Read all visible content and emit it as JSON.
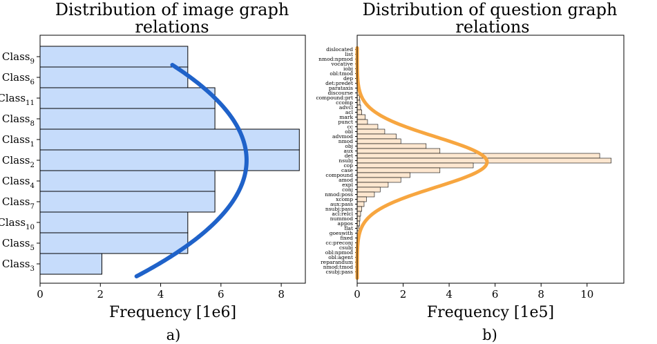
{
  "chart_data": [
    {
      "type": "bar",
      "orientation": "horizontal",
      "title": "Distribution of image graph relations",
      "title_lines": [
        "Distribution of image graph",
        "relations"
      ],
      "xlabel": "Frequency [1e6]",
      "ylabel": "",
      "panel_label": "a)",
      "xlim": [
        0,
        8.8
      ],
      "xticks": [
        0,
        2,
        4,
        6,
        8
      ],
      "categories": [
        {
          "name": "Class",
          "sub": "9"
        },
        {
          "name": "Class",
          "sub": "6"
        },
        {
          "name": "Class",
          "sub": "11"
        },
        {
          "name": "Class",
          "sub": "8"
        },
        {
          "name": "Class",
          "sub": "1"
        },
        {
          "name": "Class",
          "sub": "2"
        },
        {
          "name": "Class",
          "sub": "4"
        },
        {
          "name": "Class",
          "sub": "7"
        },
        {
          "name": "Class",
          "sub": "10"
        },
        {
          "name": "Class",
          "sub": "5"
        },
        {
          "name": "Class",
          "sub": "3"
        }
      ],
      "values": [
        4.9,
        4.9,
        5.8,
        5.8,
        8.6,
        8.6,
        5.8,
        5.8,
        4.9,
        4.9,
        2.05
      ],
      "bar_color": "#c6dcfb",
      "curve": {
        "type": "gaussian-fit",
        "color": "#1f62c9",
        "peak": 6.85,
        "center_index": 5,
        "sigma_bars": 8.0,
        "start_index": 0.4,
        "end_index": 10.6,
        "edge_value": 3.2
      }
    },
    {
      "type": "bar",
      "orientation": "horizontal",
      "title": "Distribution of question graph relations",
      "title_lines": [
        "Distribution of question graph",
        "relations"
      ],
      "xlabel": "Frequency [1e5]",
      "ylabel": "",
      "panel_label": "b)",
      "xlim": [
        0,
        11.6
      ],
      "xticks": [
        0,
        2,
        4,
        6,
        8,
        10
      ],
      "categories": [
        "dislocated",
        "list",
        "nmod:npmod",
        "vocative",
        "iobj",
        "obl:tmod",
        "dep",
        "det:predet",
        "parataxis",
        "discourse",
        "compound:prt",
        "ccomp",
        "advcl",
        "acl",
        "mark",
        "punct",
        "cc",
        "obl",
        "advmod",
        "nmod",
        "obj",
        "aux",
        "det",
        "nsubj",
        "cop",
        "case",
        "compound",
        "amod",
        "expl",
        "conj",
        "nmod:poss",
        "xcomp",
        "aux:pass",
        "nsubj:pass",
        "acl:relcl",
        "nummod",
        "appos",
        "flat",
        "goeswith",
        "fixed",
        "cc:preconj",
        "csubj",
        "obl:npmod",
        "obl:agent",
        "reparandum",
        "nmod:tmod",
        "csubj:pass"
      ],
      "values": [
        0.02,
        0.02,
        0.03,
        0.03,
        0.04,
        0.05,
        0.06,
        0.07,
        0.08,
        0.09,
        0.1,
        0.12,
        0.15,
        0.2,
        0.35,
        0.45,
        0.9,
        1.2,
        1.7,
        1.9,
        3.0,
        3.6,
        10.55,
        11.05,
        5.05,
        3.6,
        2.3,
        1.9,
        1.35,
        1.0,
        0.75,
        0.4,
        0.3,
        0.2,
        0.15,
        0.12,
        0.1,
        0.08,
        0.06,
        0.05,
        0.04,
        0.04,
        0.03,
        0.03,
        0.02,
        0.02,
        0.02
      ],
      "bar_color": "#fde7d0",
      "curve": {
        "type": "gaussian-fit",
        "color": "#f7a640",
        "peak": 5.65,
        "center_index": 23.3,
        "sigma_bars": 5.2,
        "start_index": -0.3,
        "end_index": 47.3
      }
    }
  ]
}
